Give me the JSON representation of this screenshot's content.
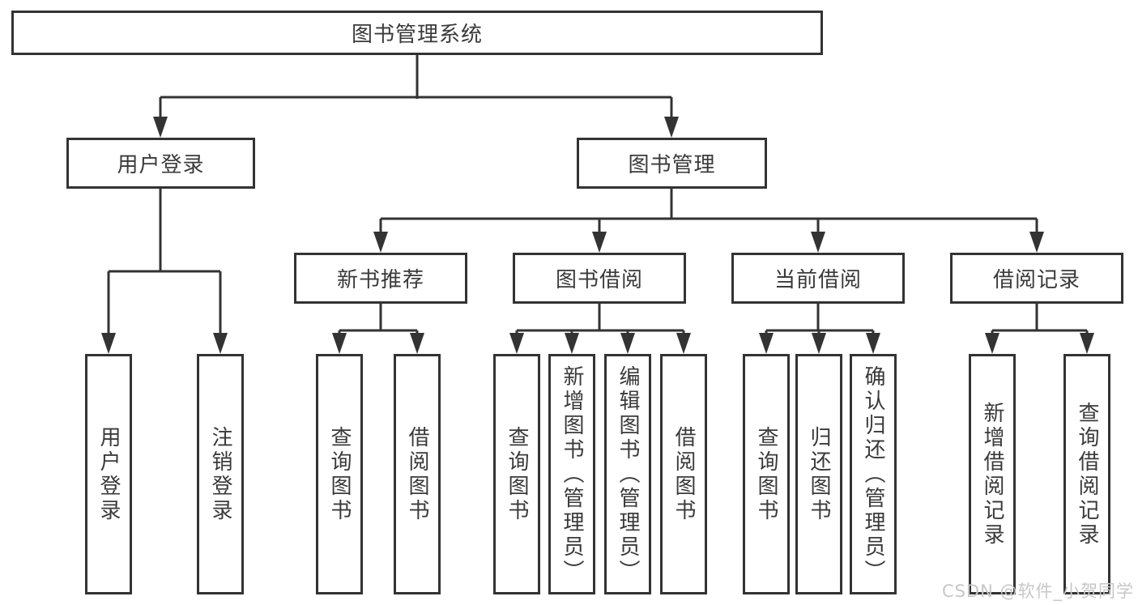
{
  "diagram": {
    "root": {
      "label": "图书管理系统"
    },
    "branches": [
      {
        "label": "用户登录",
        "children": [
          {
            "label": "用户登录"
          },
          {
            "label": "注销登录"
          }
        ]
      },
      {
        "label": "图书管理",
        "children": [
          {
            "label": "新书推荐",
            "children": [
              {
                "label": "查询图书"
              },
              {
                "label": "借阅图书"
              }
            ]
          },
          {
            "label": "图书借阅",
            "children": [
              {
                "label": "查询图书"
              },
              {
                "label": "新增图书（管理员）"
              },
              {
                "label": "编辑图书（管理员）"
              },
              {
                "label": "借阅图书"
              }
            ]
          },
          {
            "label": "当前借阅",
            "children": [
              {
                "label": "查询图书"
              },
              {
                "label": "归还图书"
              },
              {
                "label": "确认归还（管理员）"
              }
            ]
          },
          {
            "label": "借阅记录",
            "children": [
              {
                "label": "新增借阅记录"
              },
              {
                "label": "查询借阅记录"
              }
            ]
          }
        ]
      }
    ]
  },
  "watermark": {
    "text": "CSDN @软件_小贺同学"
  },
  "colors": {
    "line": "#333333",
    "text": "#3a3a3a",
    "watermark": "#c7c7c7",
    "background": "#ffffff"
  }
}
